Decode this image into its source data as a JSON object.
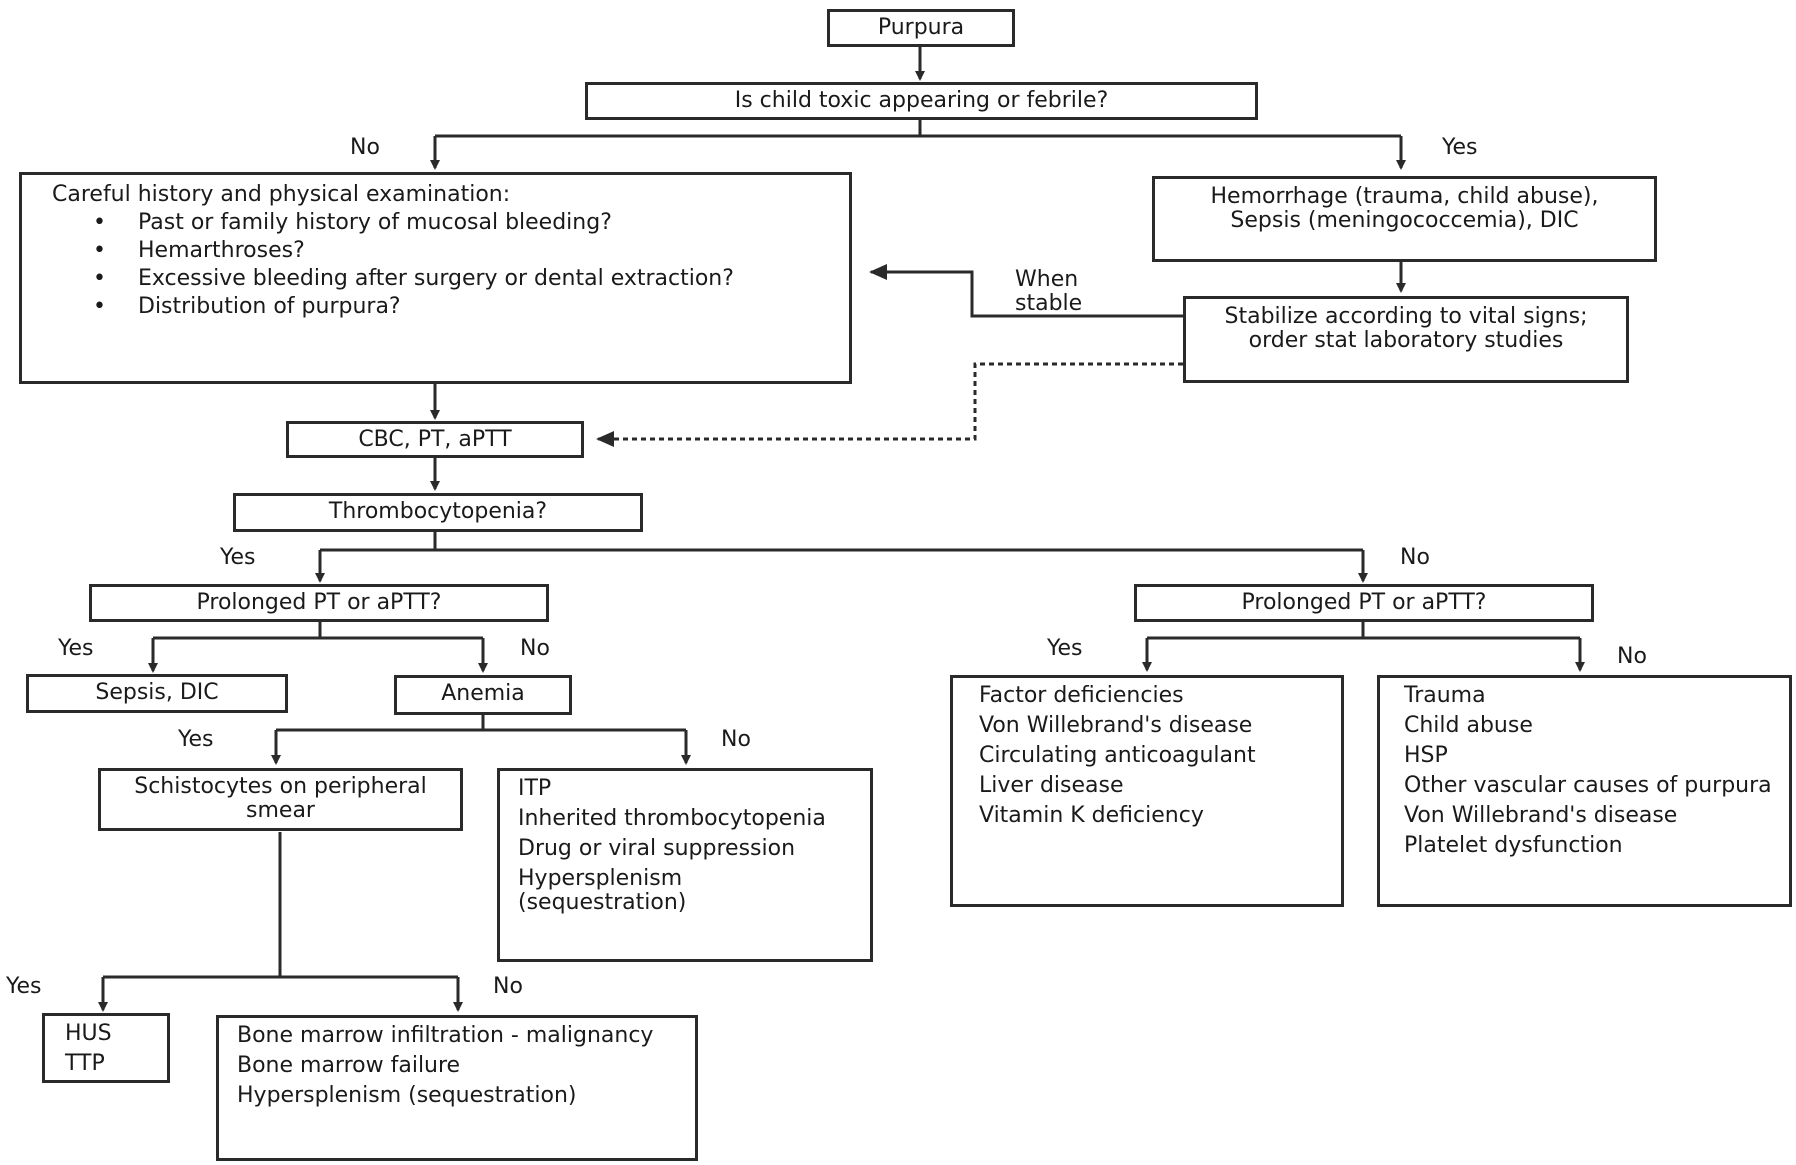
{
  "nodes": {
    "purpura": "Purpura",
    "toxic_q": "Is child toxic appearing or febrile?",
    "history": {
      "title": "Careful history and physical examination:",
      "items": [
        "Past or family history of mucosal bleeding?",
        "Hemarthroses?",
        "Excessive bleeding after surgery or dental extraction?",
        "Distribution of purpura?"
      ]
    },
    "hemorrhage": "Hemorrhage (trauma, child abuse), Sepsis (meningococcemia), DIC",
    "stabilize": "Stabilize according to vital signs; order stat laboratory studies",
    "cbc": "CBC, PT, aPTT",
    "thrombo_q": "Thrombocytopenia?",
    "prolonged_left": "Prolonged PT or aPTT?",
    "prolonged_right": "Prolonged PT or aPTT?",
    "sepsis_dic": "Sepsis, DIC",
    "anemia": "Anemia",
    "schistocytes": "Schistocytes on peripheral smear",
    "itp_list": [
      "ITP",
      "Inherited thrombocytopenia",
      "Drug or viral suppression",
      "Hypersplenism (sequestration)"
    ],
    "factor_list": [
      "Factor deficiencies",
      "Von Willebrand's disease",
      "Circulating anticoagulant",
      "Liver disease",
      "Vitamin K deficiency"
    ],
    "trauma_list": [
      "Trauma",
      "Child abuse",
      "HSP",
      "Other vascular causes of purpura",
      "Von Willebrand's disease",
      "Platelet dysfunction"
    ],
    "hus_list": [
      "HUS",
      "TTP"
    ],
    "marrow_list": [
      "Bone marrow infiltration - malignancy",
      "Bone marrow failure",
      "Hypersplenism (sequestration)"
    ]
  },
  "labels": {
    "no_toxic": "No",
    "yes_toxic": "Yes",
    "when_stable": "When stable",
    "yes_thrombo": "Yes",
    "no_thrombo": "No",
    "yes_pl": "Yes",
    "no_pl": "No",
    "yes_pr": "Yes",
    "no_pr": "No",
    "yes_anemia": "Yes",
    "no_anemia": "No",
    "yes_schisto": "Yes",
    "no_schisto": "No"
  },
  "colors": {
    "line": "#2a2a2a",
    "text": "#1a1a1a"
  }
}
